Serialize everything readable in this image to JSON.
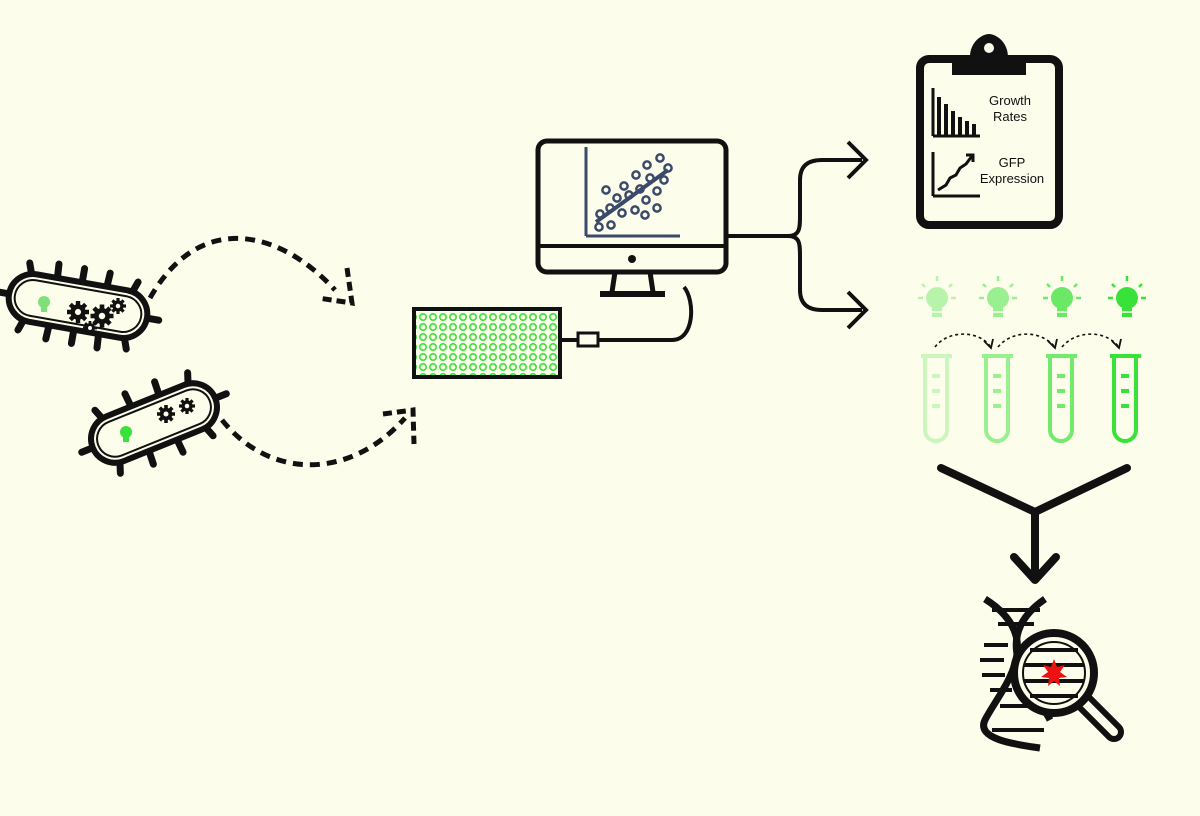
{
  "background_color": "#fdfdeb",
  "colors": {
    "stroke": "#111111",
    "green_bright": "#39e23a",
    "green_light": "#b9f0b0",
    "plot_points": "#3b4a6b",
    "mutation": "#ee1111"
  },
  "clipboard": {
    "label_growth_line1": "Growth",
    "label_growth_line2": "Rates",
    "label_gfp_line1": "GFP",
    "label_gfp_line2": "Expression"
  },
  "icons": [
    "bacterium-icon",
    "lightbulb-icon",
    "gear-icon",
    "microplate-icon",
    "computer-monitor-icon",
    "scatter-plot-icon",
    "clipboard-icon",
    "test-tube-icon",
    "dna-icon",
    "magnifying-glass-icon",
    "mutation-star-icon"
  ],
  "gfp_levels": [
    0.15,
    0.4,
    0.7,
    1.0
  ]
}
